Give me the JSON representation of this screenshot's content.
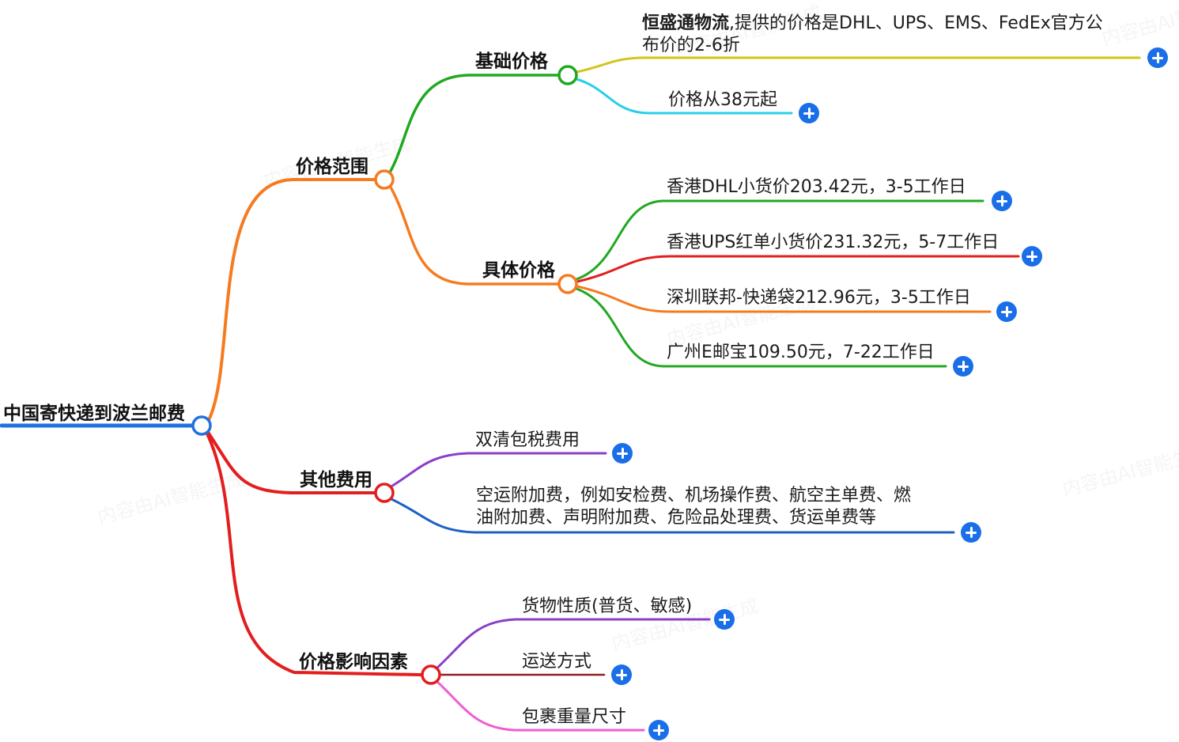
{
  "mindmap": {
    "root": {
      "label": "中国寄快递到波兰邮费"
    },
    "branches": [
      {
        "label": "价格范围",
        "children": [
          {
            "label": "基础价格",
            "leaves": [
              {
                "bold": "恒盛通物流",
                "text": ",提供的价格是DHL、UPS、EMS、FedEx官方公布价的2-6折"
              },
              {
                "text": "价格从38元起"
              }
            ]
          },
          {
            "label": "具体价格",
            "leaves": [
              {
                "text": "香港DHL小货价203.42元，3-5工作日"
              },
              {
                "text": "香港UPS红单小货价231.32元，5-7工作日"
              },
              {
                "text": "深圳联邦-快递袋212.96元，3-5工作日"
              },
              {
                "text": "广州E邮宝109.50元，7-22工作日"
              }
            ]
          }
        ]
      },
      {
        "label": "其他费用",
        "leaves": [
          {
            "text": "双清包税费用"
          },
          {
            "text": "空运附加费，例如安检费、机场操作费、航空主单费、燃油附加费、声明附加费、危险品处理费、货运单费等"
          }
        ]
      },
      {
        "label": "价格影响因素",
        "leaves": [
          {
            "text": "货物性质(普货、敏感)"
          },
          {
            "text": "运送方式"
          },
          {
            "text": "包裹重量尺寸"
          }
        ]
      }
    ],
    "watermark": "内容由AI智能生成",
    "colors": {
      "root_blue": "#2272dd",
      "orange": "#f57b20",
      "green": "#21a821",
      "yellow_green": "#d2c61a",
      "cyan": "#29cfe8",
      "red": "#e31e1e",
      "dark_red": "#8e2121",
      "purple": "#8a3fc8",
      "blue": "#1b62c4",
      "pink": "#ee5ed2",
      "plus_blue": "#1a6fe8"
    }
  }
}
